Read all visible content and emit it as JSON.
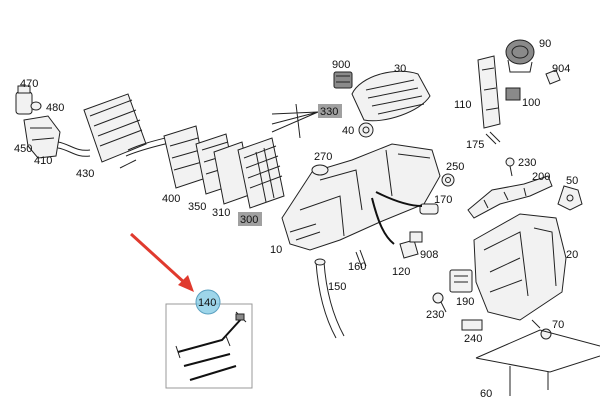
{
  "diagram": {
    "highlight_color": "#7ec8e3",
    "grey_box_color": "#a0a0a0",
    "arrow_color": "#e03a2e",
    "labels": {
      "l470": "470",
      "l480": "480",
      "l450": "450",
      "l410": "410",
      "l430": "430",
      "l400": "400",
      "l350": "350",
      "l310": "310",
      "l300": "300",
      "l900": "900",
      "l30": "30",
      "l330": "330",
      "l40": "40",
      "l90": "90",
      "l904": "904",
      "l110": "110",
      "l100": "100",
      "l175": "175",
      "l270": "270",
      "l250": "250",
      "l230a": "230",
      "l200": "200",
      "l50": "50",
      "l170": "170",
      "l10": "10",
      "l160": "160",
      "l120": "120",
      "l908": "908",
      "l20": "20",
      "l150": "150",
      "l190": "190",
      "l230b": "230",
      "l240": "240",
      "l70": "70",
      "l60": "60",
      "l140": "140"
    }
  }
}
